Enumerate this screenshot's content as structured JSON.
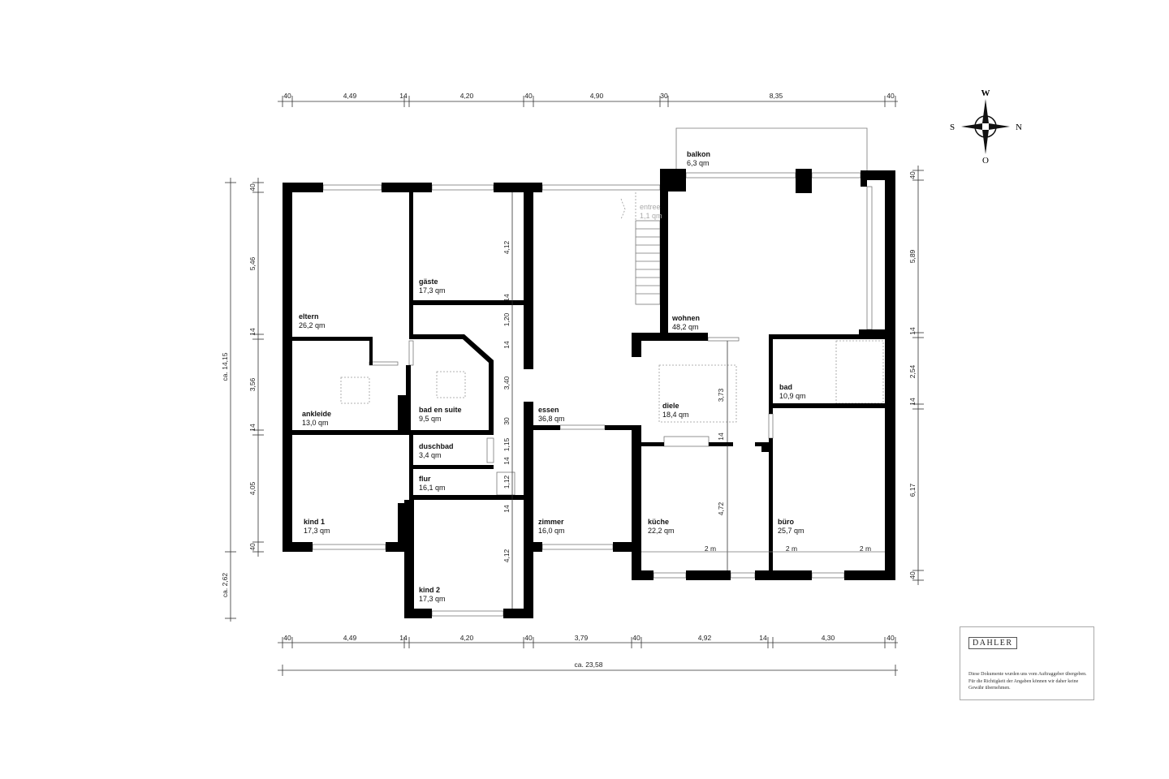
{
  "rooms": {
    "eltern": {
      "name": "eltern",
      "area": "26,2 qm"
    },
    "gaeste": {
      "name": "gäste",
      "area": "17,3 qm"
    },
    "ankleide": {
      "name": "ankleide",
      "area": "13,0 qm"
    },
    "bad_en_suite": {
      "name": "bad en suite",
      "area": "9,5 qm"
    },
    "duschbad": {
      "name": "duschbad",
      "area": "3,4 qm"
    },
    "flur": {
      "name": "flur",
      "area": "16,1 qm"
    },
    "kind1": {
      "name": "kind 1",
      "area": "17,3 qm"
    },
    "kind2": {
      "name": "kind 2",
      "area": "17,3 qm"
    },
    "essen": {
      "name": "essen",
      "area": "36,8 qm"
    },
    "zimmer": {
      "name": "zimmer",
      "area": "16,0 qm"
    },
    "entree": {
      "name": "entree",
      "area": "1,1 qm"
    },
    "balkon": {
      "name": "balkon",
      "area": "6,3 qm"
    },
    "wohnen": {
      "name": "wohnen",
      "area": "48,2 qm"
    },
    "diele": {
      "name": "diele",
      "area": "18,4 qm"
    },
    "bad": {
      "name": "bad",
      "area": "10,9 qm"
    },
    "kueche": {
      "name": "küche",
      "area": "22,2 qm"
    },
    "buero": {
      "name": "büro",
      "area": "25,7 qm"
    }
  },
  "dimensions": {
    "top": [
      "40",
      "4,49",
      "14",
      "4,20",
      "40",
      "4,90",
      "30",
      "8,35",
      "40"
    ],
    "bottom": [
      "40",
      "4,49",
      "14",
      "4,20",
      "40",
      "3,79",
      "40",
      "4,92",
      "14",
      "4,30",
      "40"
    ],
    "total_width": "ca. 23,58",
    "left": [
      "40",
      "5,46",
      "14",
      "3,56",
      "14",
      "4,05",
      "40"
    ],
    "left_total": "ca. 14,15",
    "left_extra": "ca. 2,62",
    "right": [
      "40",
      "5,89",
      "14",
      "2,54",
      "14",
      "6,17",
      "40"
    ],
    "inner": [
      "4,12",
      "14",
      "1,20",
      "14",
      "3,40",
      "30",
      "1,15",
      "14",
      "1,12",
      "14",
      "4,12"
    ],
    "diele_height": "3,73",
    "kueche_height": "4,72",
    "kueche_14": "14",
    "window_widths": [
      "2 m",
      "2 m",
      "2 m"
    ]
  },
  "compass": {
    "north": "N",
    "south": "S",
    "west": "W",
    "east": "O"
  },
  "note": {
    "brand": "DAHLER",
    "disclaimer": "Diese Dokumente wurden uns vom Auftraggeber übergeben. Für die Richtigkeit der Angaben können wir daher keine Gewähr übernehmen."
  }
}
